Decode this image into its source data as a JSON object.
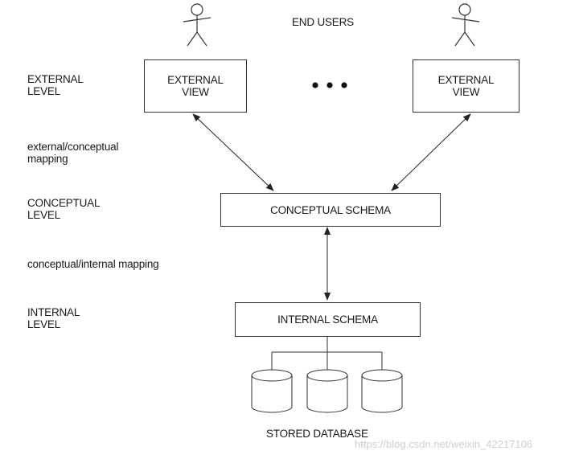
{
  "levels": {
    "external": "EXTERNAL\nLEVEL",
    "ext_conc_mapping": "external/conceptual\nmapping",
    "conceptual": "CONCEPTUAL\nLEVEL",
    "conc_int_mapping": "conceptual/internal mapping",
    "internal": "INTERNAL\nLEVEL"
  },
  "end_users": "END USERS",
  "external_view_left": "EXTERNAL\nVIEW",
  "external_view_right": "EXTERNAL\nVIEW",
  "conceptual_schema": "CONCEPTUAL SCHEMA",
  "internal_schema": "INTERNAL SCHEMA",
  "stored_database": "STORED DATABASE",
  "watermark": "https://blog.csdn.net/weixin_42217106"
}
